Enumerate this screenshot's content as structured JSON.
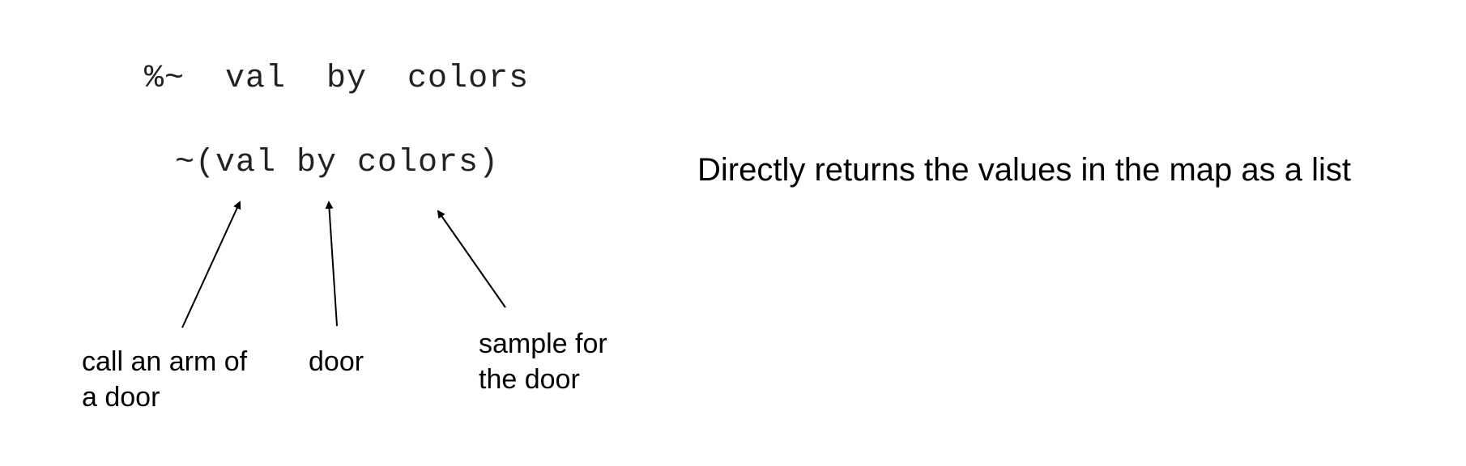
{
  "code": {
    "line1": "%~  val  by  colors",
    "line2": "~(val by colors)"
  },
  "labels": {
    "call_arm": [
      "call an arm of",
      "a door"
    ],
    "door": "door",
    "sample": [
      "sample for",
      "the door"
    ]
  },
  "description": "Directly returns the values in the map as a list",
  "colors": {
    "text": "#000000",
    "code_text": "#222222",
    "arrow": "#000000",
    "background": "#ffffff"
  }
}
